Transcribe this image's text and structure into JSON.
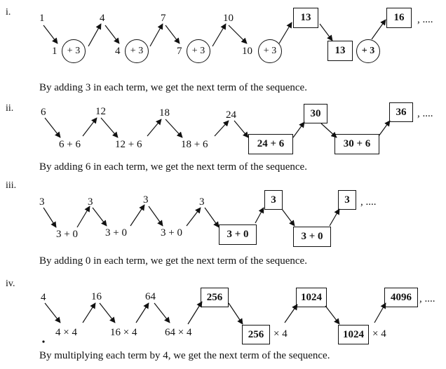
{
  "sections": [
    {
      "id": "i",
      "label": "i.",
      "terms": [
        "1",
        "4",
        "7",
        "10",
        "13",
        "16"
      ],
      "ops": [
        "+ 3",
        "+ 3",
        "+ 3",
        "+ 3",
        "+ 3"
      ],
      "op_lefts": [
        "1",
        "4",
        "7",
        "10",
        "13"
      ],
      "tail": ", ....",
      "caption": "By adding 3 in each term, we get the next term of the sequence."
    },
    {
      "id": "ii",
      "label": "ii.",
      "terms": [
        "6",
        "12",
        "18",
        "24",
        "30",
        "36"
      ],
      "ops": [
        "6 + 6",
        "12 + 6",
        "18  + 6",
        "24 + 6",
        "30 + 6"
      ],
      "tail": ", ....",
      "caption": "By adding 6 in each term, we get the next term of the sequence."
    },
    {
      "id": "iii",
      "label": "iii.",
      "terms": [
        "3",
        "3",
        "3",
        "3",
        "3",
        "3"
      ],
      "ops": [
        "3 + 0",
        "3 + 0",
        "3  + 0",
        "3  + 0",
        "3  + 0"
      ],
      "tail": ", ....",
      "caption": "By adding 0 in each term, we get the next term of the sequence."
    },
    {
      "id": "iv",
      "label": "iv.",
      "terms": [
        "4",
        "16",
        "64",
        "256",
        "1024",
        "4096"
      ],
      "ops": [
        "4 × 4",
        "16 × 4",
        "64 × 4"
      ],
      "box_ops": [
        "256",
        "1024"
      ],
      "mult": "× 4",
      "tail": ", ....",
      "caption": "By multiplying each term by 4, we get the next term of the sequence."
    }
  ]
}
